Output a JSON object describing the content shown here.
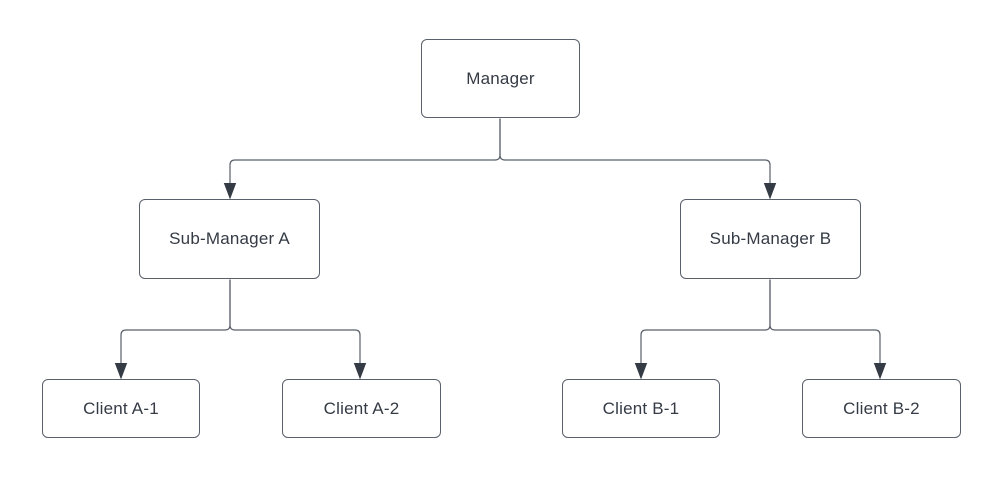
{
  "diagram": {
    "type": "org-chart-tree",
    "nodes": [
      {
        "id": "manager",
        "label": "Manager",
        "level": 1
      },
      {
        "id": "sub-manager-a",
        "label": "Sub-Manager A",
        "level": 2
      },
      {
        "id": "sub-manager-b",
        "label": "Sub-Manager B",
        "level": 2
      },
      {
        "id": "client-a-1",
        "label": "Client A-1",
        "level": 3
      },
      {
        "id": "client-a-2",
        "label": "Client A-2",
        "level": 3
      },
      {
        "id": "client-b-1",
        "label": "Client B-1",
        "level": 3
      },
      {
        "id": "client-b-2",
        "label": "Client B-2",
        "level": 3
      }
    ],
    "edges": [
      {
        "from": "manager",
        "to": "sub-manager-a"
      },
      {
        "from": "manager",
        "to": "sub-manager-b"
      },
      {
        "from": "sub-manager-a",
        "to": "client-a-1"
      },
      {
        "from": "sub-manager-a",
        "to": "client-a-2"
      },
      {
        "from": "sub-manager-b",
        "to": "client-b-1"
      },
      {
        "from": "sub-manager-b",
        "to": "client-b-2"
      }
    ],
    "colors": {
      "background": "#ffffff",
      "node_fill": "#ffffff",
      "node_border": "#59606a",
      "text": "#343b45",
      "connector": "#59606a",
      "arrowhead": "#343b45"
    }
  }
}
